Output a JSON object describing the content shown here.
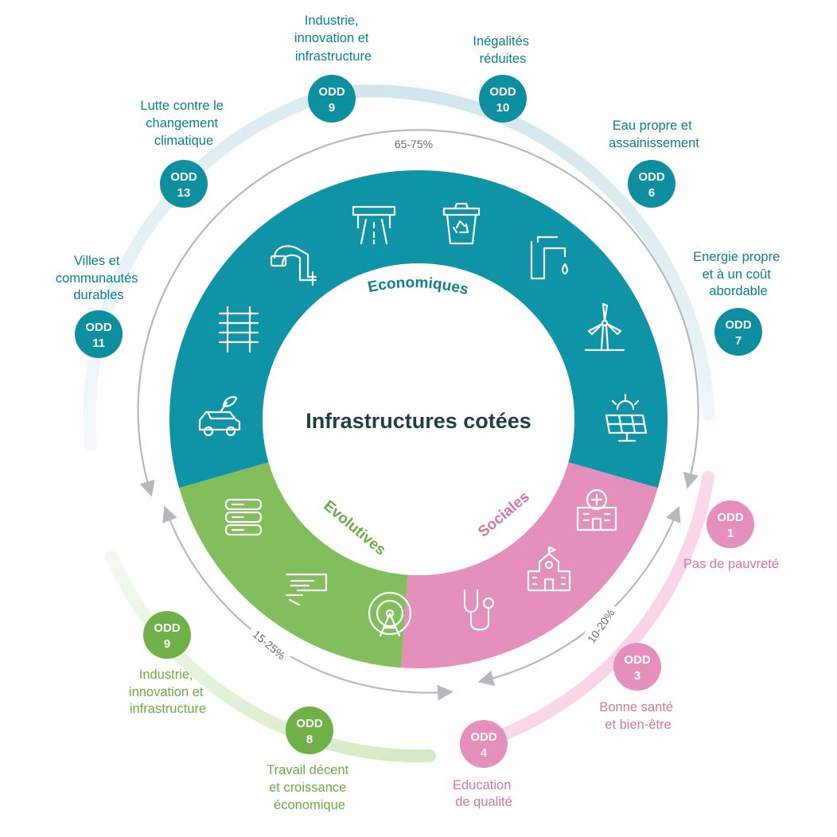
{
  "center_title": "Infrastructures cotées",
  "segments": {
    "economiques": {
      "label": "Economiques",
      "color": "#0e94a6",
      "text_color": "#0b7f90"
    },
    "sociales": {
      "label": "Sociales",
      "color": "#e58fbd",
      "text_color": "#d474a8"
    },
    "evolutives": {
      "label": "Evolutives",
      "color": "#82bf5c",
      "text_color": "#6bab45"
    }
  },
  "percentages": {
    "economiques": "65-75%",
    "sociales": "10-20%",
    "evolutives": "15-25%"
  },
  "odd_prefix": "ODD",
  "goals": [
    {
      "id": "odd-9-eco",
      "number": "9",
      "label": [
        "Industrie,",
        "innovation et",
        "infrastructure"
      ],
      "color": "#0e8f9f",
      "text_color": "#0b7f90"
    },
    {
      "id": "odd-10",
      "number": "10",
      "label": [
        "Inégalités",
        "réduites"
      ],
      "color": "#0e8f9f",
      "text_color": "#0b7f90"
    },
    {
      "id": "odd-6",
      "number": "6",
      "label": [
        "Eau propre et",
        "assainissement"
      ],
      "color": "#0e8f9f",
      "text_color": "#0b7f90"
    },
    {
      "id": "odd-7",
      "number": "7",
      "label": [
        "Energie propre",
        "et à un coût",
        "abordable"
      ],
      "color": "#0e8f9f",
      "text_color": "#0b7f90"
    },
    {
      "id": "odd-13",
      "number": "13",
      "label": [
        "Lutte contre le",
        "changement",
        "climatique"
      ],
      "color": "#0e8f9f",
      "text_color": "#0b7f90"
    },
    {
      "id": "odd-11",
      "number": "11",
      "label": [
        "Villes et",
        "communautés",
        "durables"
      ],
      "color": "#0e8f9f",
      "text_color": "#0b7f90"
    },
    {
      "id": "odd-1",
      "number": "1",
      "label": [
        "Pas de pauvreté"
      ],
      "color": "#e58fbd",
      "text_color": "#d474a8"
    },
    {
      "id": "odd-3",
      "number": "3",
      "label": [
        "Bonne santé",
        "et bien-être"
      ],
      "color": "#e58fbd",
      "text_color": "#d474a8"
    },
    {
      "id": "odd-4",
      "number": "4",
      "label": [
        "Education",
        "de qualité"
      ],
      "color": "#e58fbd",
      "text_color": "#d474a8"
    },
    {
      "id": "odd-9-evo",
      "number": "9",
      "label": [
        "Industrie,",
        "innovation et",
        "infrastructure"
      ],
      "color": "#6fb048",
      "text_color": "#6bab45"
    },
    {
      "id": "odd-8",
      "number": "8",
      "label": [
        "Travail décent",
        "et croissance",
        "économique"
      ],
      "color": "#6fb048",
      "text_color": "#6bab45"
    }
  ],
  "icons": {
    "economiques": [
      "car-leaf-icon",
      "railway-track-icon",
      "pipeline-icon",
      "highway-toll-icon",
      "recycling-bin-icon",
      "water-tap-icon",
      "wind-turbine-icon",
      "solar-panel-icon"
    ],
    "sociales": [
      "hospital-icon",
      "school-icon",
      "stethoscope-icon"
    ],
    "evolutives": [
      "server-stack-icon",
      "fiber-cable-icon",
      "antenna-tower-icon"
    ]
  }
}
